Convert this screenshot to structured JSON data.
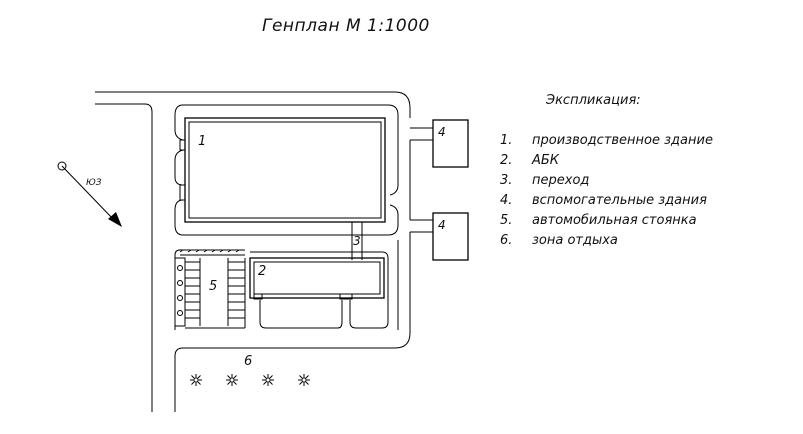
{
  "title": "Генплан М 1:1000",
  "legend_title": "Экспликация:",
  "legend": [
    {
      "num": "1.",
      "text": "производственное здание"
    },
    {
      "num": "2.",
      "text": "АБК"
    },
    {
      "num": "3.",
      "text": "переход"
    },
    {
      "num": "4.",
      "text": "вспомогательные здания"
    },
    {
      "num": "5.",
      "text": "автомобильная стоянка"
    },
    {
      "num": "6.",
      "text": "зона отдыха"
    }
  ],
  "labels": {
    "b1": "1",
    "b2": "2",
    "b3": "3",
    "b4a": "4",
    "b4b": "4",
    "b5": "5",
    "b6": "6",
    "wind": "ЮЗ"
  }
}
